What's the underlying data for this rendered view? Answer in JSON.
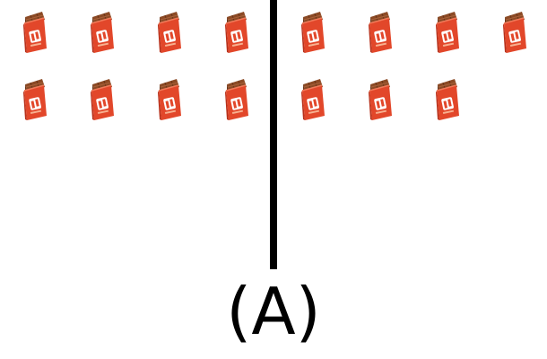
{
  "figure": {
    "label": "(A)",
    "item_icon": "chocolate-bar-icon",
    "colors": {
      "wrapper": "#e2472a",
      "chocolate": "#8b4a25",
      "divider": "#000000"
    },
    "groups": {
      "left": {
        "count": 8
      },
      "right": {
        "count": 7
      }
    }
  }
}
